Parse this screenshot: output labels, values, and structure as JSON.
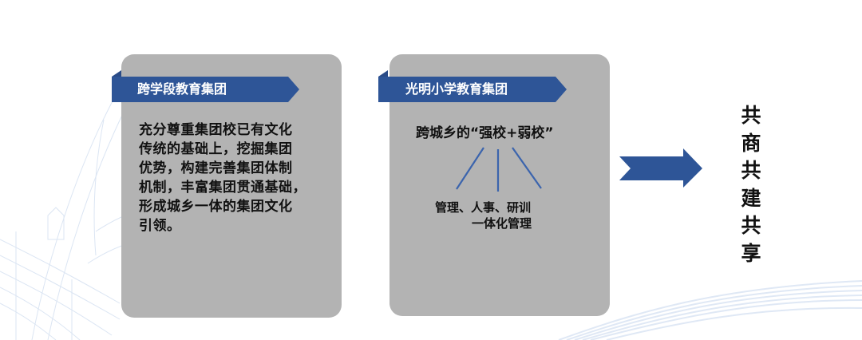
{
  "colors": {
    "card_bg": "#b3b3b3",
    "banner_blue": "#2e5597",
    "banner_text": "#ffffff",
    "body_text": "#111111",
    "line_blue": "#3b64ad"
  },
  "cards": [
    {
      "banner": "跨学段教育集团",
      "body_lines": [
        "充分尊重集团校已有文化",
        "传统的基础上，挖掘集团",
        "优势，构建完善集团体制",
        "机制，丰富集团贯通基础，",
        "形成城乡一体的集团文化",
        "引领。"
      ]
    },
    {
      "banner": "光明小学教育集团",
      "title": "跨城乡的“强校+弱校”",
      "detail_line1": "管理、人事、研训",
      "detail_line2": "一体化管理"
    }
  ],
  "arrow": {
    "icon": "right-arrow-icon",
    "direction": "right"
  },
  "slogan": {
    "text": "共商共建共享",
    "chars": [
      "共",
      "商",
      "共",
      "建",
      "共",
      "享"
    ]
  }
}
